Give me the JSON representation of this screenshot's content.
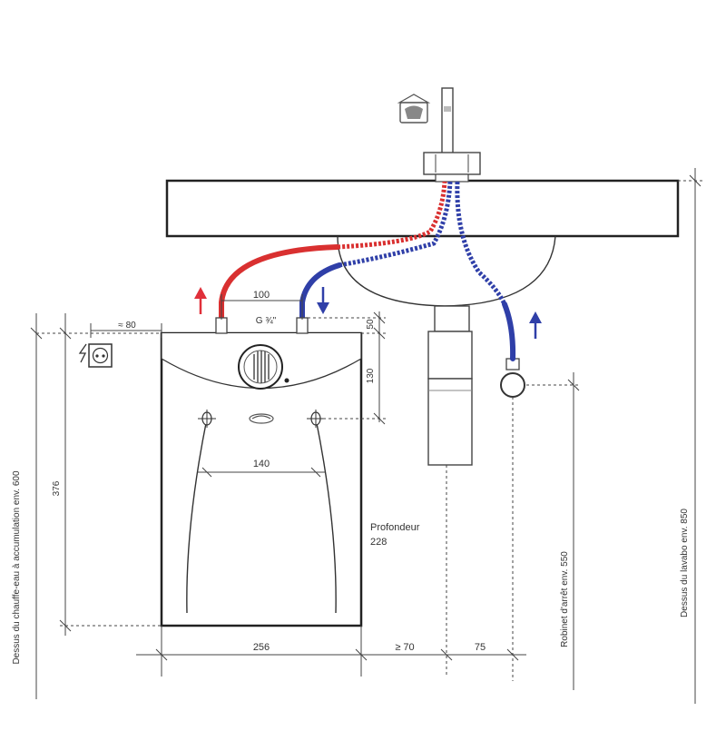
{
  "dimensions": {
    "d100": "100",
    "g34": "G ¾\"",
    "d80": "≈ 80",
    "d50": "50",
    "d130": "130",
    "d376": "376",
    "d140": "140",
    "d256": "256",
    "d70": "≥ 70",
    "d75": "75"
  },
  "labels": {
    "depth_title": "Profondeur",
    "depth_value": "228",
    "heater_top": "Dessus du chauffe-eau à accumulation env. 600",
    "shutoff_valve": "Robinet d'arrêt env. 550",
    "basin_top": "Dessus du lavabo env. 850"
  },
  "colors": {
    "hot": "#d93030",
    "cold": "#2f3fa8",
    "hot_arrow": "#e0303a",
    "cold_arrow": "#2f3fa8"
  },
  "icons": {
    "power": "power-outlet-icon",
    "faucet_logo": "faucet-logo-icon",
    "brand": "brand-emblem-icon"
  }
}
